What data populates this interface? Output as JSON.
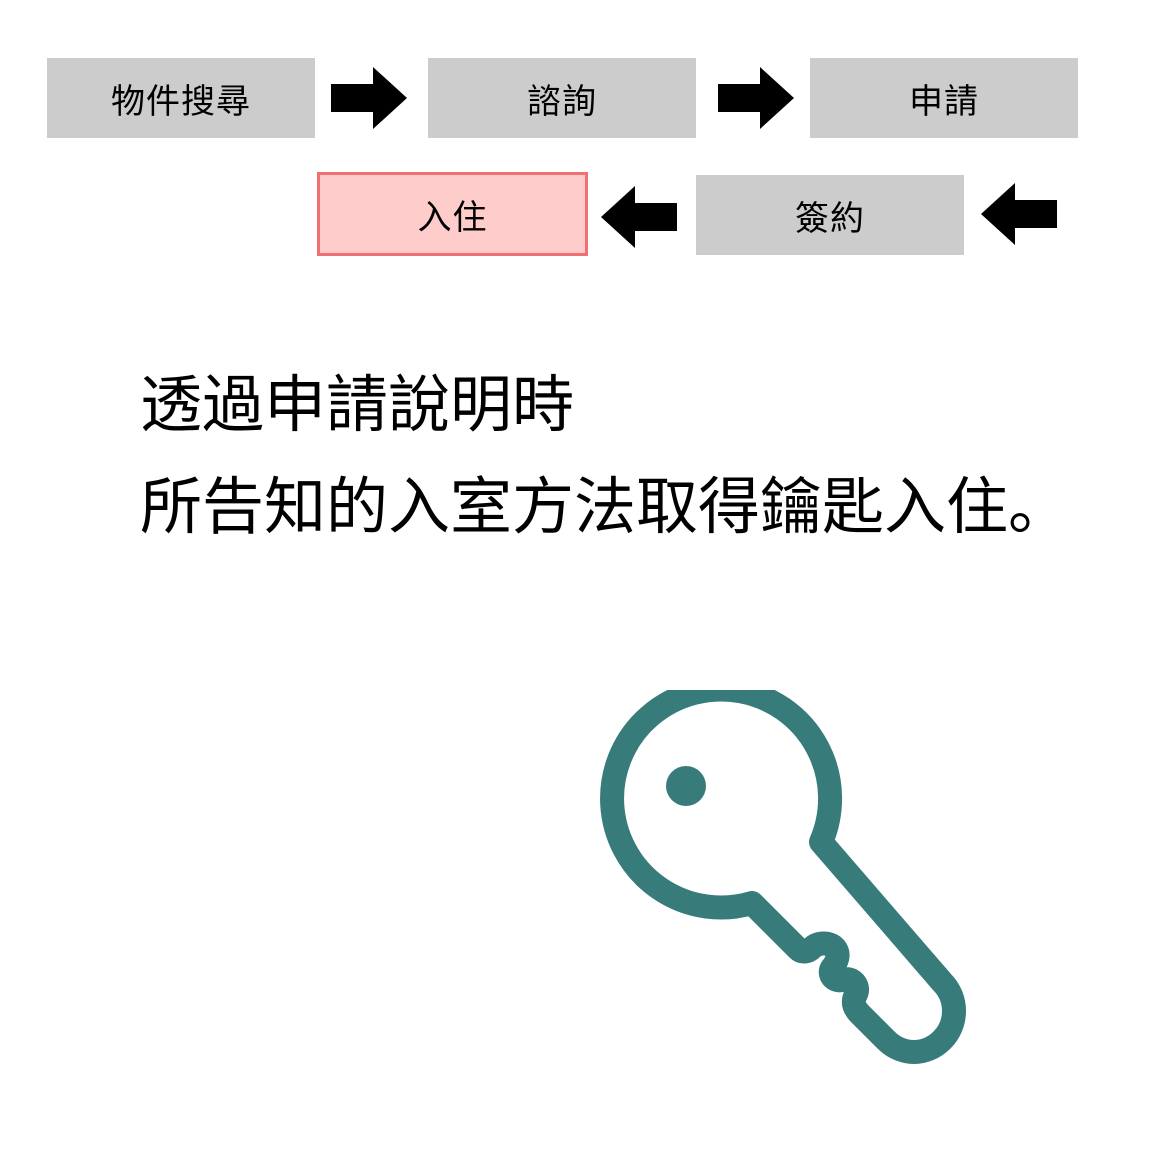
{
  "flow": {
    "steps": [
      {
        "id": "search",
        "label": "物件搜尋",
        "state": "normal"
      },
      {
        "id": "inquiry",
        "label": "諮詢",
        "state": "normal"
      },
      {
        "id": "apply",
        "label": "申請",
        "state": "normal"
      },
      {
        "id": "contract",
        "label": "簽約",
        "state": "normal"
      },
      {
        "id": "move-in",
        "label": "入住",
        "state": "active"
      }
    ],
    "colors": {
      "step_fill": "#cccccc",
      "active_fill": "#ffcccc",
      "active_border": "#f07070",
      "arrow": "#000000"
    }
  },
  "description": {
    "line1": "透過申請說明時",
    "line2": "所告知的入室方法取得鑰匙入住。"
  },
  "illustration": {
    "icon": "key-icon",
    "color": "#377b7a"
  }
}
